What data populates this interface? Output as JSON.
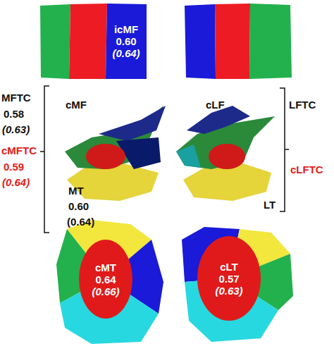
{
  "diagram": {
    "nodes": [
      {
        "text": [
          "icMF",
          "0.60",
          "(0.64)"
        ]
      },
      {
        "text": [
          "cMT",
          "0.64",
          "(0.66)"
        ]
      },
      {
        "text": [
          "cLT",
          "0.57",
          "(0.63)"
        ]
      }
    ],
    "labels": [
      "MFTC",
      "0.58",
      "(0.63)",
      "cMFTC",
      "0.59",
      "(0.64)",
      "cMF",
      "MT",
      "0.60",
      "(0.64)",
      "cLF",
      "LFTC",
      "cLFTC",
      "LT"
    ]
  }
}
